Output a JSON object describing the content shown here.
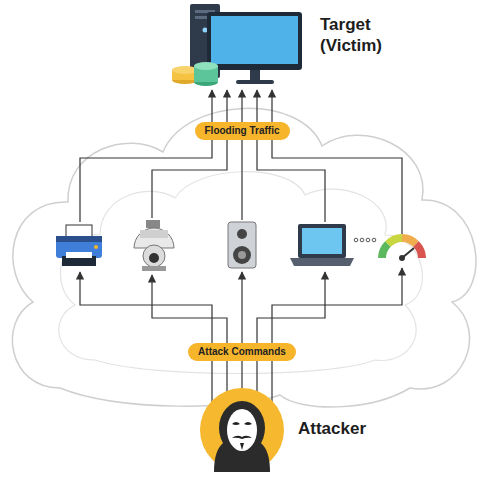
{
  "diagram": {
    "nodes": [
      {
        "text": [
          "Target (Victim)"
        ]
      },
      {
        "text": [
          "Flooding Traffic"
        ]
      },
      {
        "text": [
          "Attack Commands"
        ]
      },
      {
        "text": [
          "Attacker"
        ]
      }
    ],
    "edges": [
      {
        "from": 3,
        "to": 2,
        "arrow": "none"
      },
      {
        "from": 1,
        "to": 0,
        "arrow": "to"
      }
    ]
  }
}
